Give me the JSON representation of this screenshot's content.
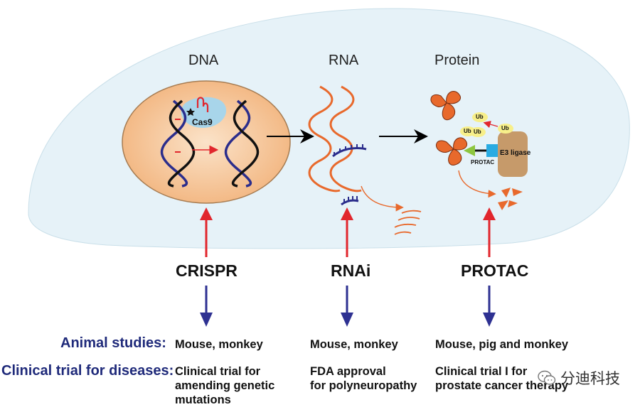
{
  "columns": {
    "dna": "DNA",
    "rna": "RNA",
    "protein": "Protein"
  },
  "labels": {
    "cas9": "Cas9",
    "e3_ligase": "E3 ligase",
    "protac_small": "PROTAC",
    "ub": "Ub"
  },
  "technologies": {
    "crispr": "CRISPR",
    "rnai": "RNAi",
    "protac": "PROTAC"
  },
  "rows": {
    "animal_label": "Animal studies:",
    "clinical_label": "Clinical trial for diseases:"
  },
  "animal": {
    "crispr": "Mouse, monkey",
    "rnai": "Mouse, monkey",
    "protac": "Mouse, pig and monkey"
  },
  "clinical": {
    "crispr": "Clinical trial for\namending genetic\nmutations",
    "rnai": "FDA approval\nfor polyneuropathy",
    "protac": "Clinical trial I for\nprostate cancer therapy"
  },
  "watermark": "分迪科技",
  "colors": {
    "cell": "#e6f2f8",
    "nucleus": "#f5c79a",
    "dna_blue": "#2b2d8c",
    "rna_orange": "#e8692c",
    "red_arrow": "#e1262d",
    "blue_arrow": "#2e3192",
    "label_blue": "#1f2a7a",
    "protein": "#e8692c",
    "ligase": "#c69a6a",
    "protac_green": "#8dc63f",
    "protac_blue": "#29abe2",
    "ub": "#f7ef8a"
  },
  "icons": [
    "wechat-icon"
  ]
}
